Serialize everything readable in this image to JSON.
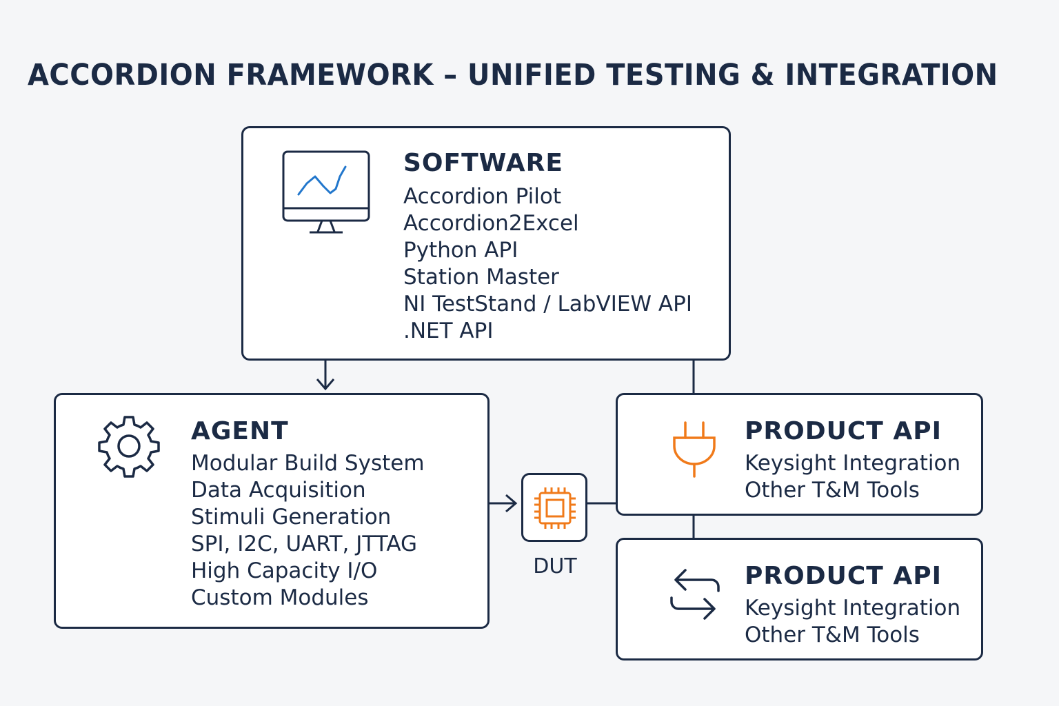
{
  "title": "ACCORDION FRAMEWORK – UNIFIED TESTING & INTEGRATION",
  "colors": {
    "primary": "#1b2a44",
    "accent_orange": "#f07a1a",
    "accent_blue": "#2277cc"
  },
  "software": {
    "heading": "SOFTWARE",
    "icon": "monitor-chart-icon",
    "items": [
      "Accordion Pilot",
      "Accordion2Excel",
      "Python API",
      "Station Master",
      "NI TestStand / LabVIEW API",
      ".NET API"
    ]
  },
  "agent": {
    "heading": "AGENT",
    "icon": "gear-icon",
    "items": [
      "Modular Build System",
      "Data Acquisition",
      "Stimuli Generation",
      "SPI, I2C, UART, JTTAG",
      "High Capacity I/O",
      "Custom Modules"
    ]
  },
  "dut": {
    "label": "DUT",
    "icon": "chip-icon"
  },
  "product_api_1": {
    "heading": "PRODUCT API",
    "icon": "plug-icon",
    "items": [
      "Keysight Integration",
      "Other T&M Tools"
    ]
  },
  "product_api_2": {
    "heading": "PRODUCT API",
    "icon": "sync-arrows-icon",
    "items": [
      "Keysight Integration",
      "Other T&M Tools"
    ]
  }
}
